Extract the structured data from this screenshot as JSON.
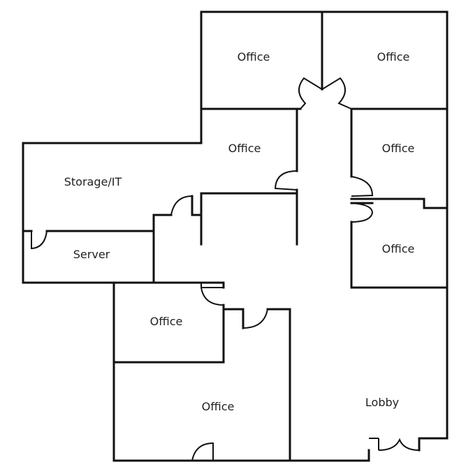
{
  "diagram": {
    "type": "floor-plan",
    "rooms": [
      {
        "id": "office-top-left",
        "label": "Office"
      },
      {
        "id": "office-top-right",
        "label": "Office"
      },
      {
        "id": "office-mid-left",
        "label": "Office"
      },
      {
        "id": "office-mid-right",
        "label": "Office"
      },
      {
        "id": "office-lower-right",
        "label": "Office"
      },
      {
        "id": "storage-it",
        "label": "Storage/IT"
      },
      {
        "id": "server",
        "label": "Server"
      },
      {
        "id": "office-small-bottom",
        "label": "Office"
      },
      {
        "id": "office-large-bottom",
        "label": "Office"
      },
      {
        "id": "lobby",
        "label": "Lobby"
      }
    ],
    "colors": {
      "wall": "#111111",
      "background": "#ffffff",
      "text": "#222222"
    }
  }
}
